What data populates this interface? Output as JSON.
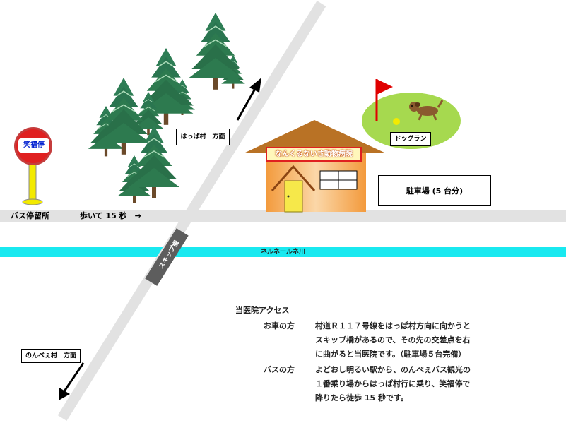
{
  "bus_stop": {
    "name": "笑福停",
    "label": "バス停留所",
    "walk_note": "歩いて 15 秒　→"
  },
  "river": {
    "label": "ネルネールネ川"
  },
  "bridge": {
    "label": "スキップ橋"
  },
  "directions": {
    "north_label": "はっぱ村　方面",
    "south_label": "のんべぇ村　方面"
  },
  "clinic": {
    "name": "なんくるないさ動物病院"
  },
  "parking": {
    "label": "駐車場 (5 台分)"
  },
  "dog_run": {
    "label": "ドッグラン"
  },
  "access": {
    "heading": "当医院アクセス",
    "car": {
      "label": "お車の方",
      "lines": [
        "村道Ｒ１１７号線をはっぱ村方向に向かうと",
        "スキップ橋があるので、その先の交差点を右",
        "に曲がると当医院です。（駐車場５台完備）"
      ]
    },
    "bus": {
      "label": "バスの方",
      "lines": [
        "よどおし明るい駅から、のんべぇバス観光の",
        "１番乗り場からはっぱ村行に乗り、笑福停で",
        "降りたら徒歩 15 秒です。"
      ]
    }
  },
  "colors": {
    "river": "#19e9f0",
    "road": "#e2e2e2",
    "bridge": "#5d5d5d",
    "tree": "#2d7a4f",
    "roof": "#c0792c",
    "dog_run": "#a6d94f",
    "flag": "#e00000"
  },
  "icons": [
    "tree-icon",
    "bus-stop-sign-icon",
    "house-icon",
    "flag-icon",
    "dog-icon",
    "ball-icon",
    "arrow-icon"
  ]
}
